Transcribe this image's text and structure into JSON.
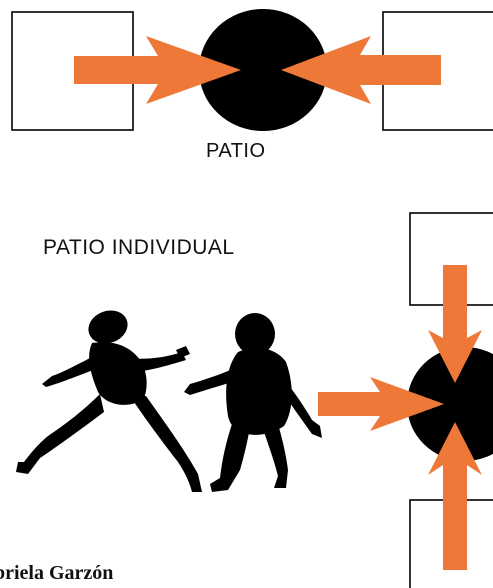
{
  "labels": {
    "patio": "PATIO",
    "patio_individual": "PATIO INDIVIDUAL",
    "author": "briela Garzón"
  },
  "colors": {
    "arrow": "#ee7838",
    "circle": "#000000",
    "box_stroke": "#000000",
    "silhouette": "#000000",
    "background": "#ffffff"
  }
}
